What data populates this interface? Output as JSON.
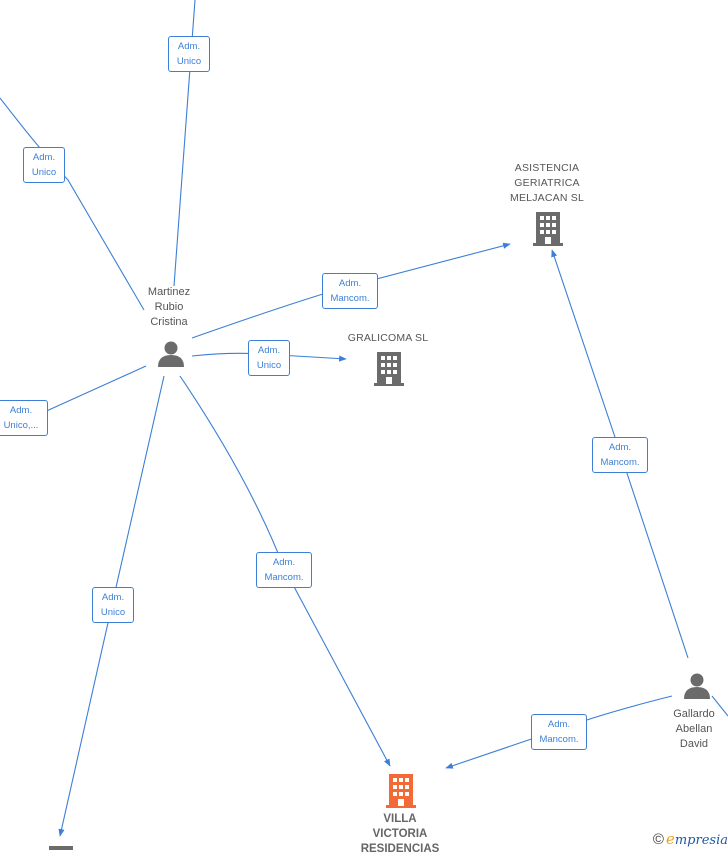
{
  "colors": {
    "edge": "#3d7fd6",
    "node_text": "#555555",
    "company_icon": "#6b6b6b",
    "person_icon": "#6b6b6b",
    "main_company_icon": "#f26a35"
  },
  "nodes": {
    "martinez": {
      "lines": [
        "Martinez",
        "Rubio",
        "Cristina"
      ],
      "icon": "person-icon"
    },
    "gallardo": {
      "lines": [
        "Gallardo",
        "Abellan",
        "David"
      ],
      "icon": "person-icon"
    },
    "asistencia": {
      "lines": [
        "ASISTENCIA",
        "GERIATRICA",
        "MELJACAN  SL"
      ],
      "icon": "building-icon"
    },
    "gralicoma": {
      "lines": [
        "GRALICOMA  SL"
      ],
      "icon": "building-icon"
    },
    "villa": {
      "lines": [
        "VILLA",
        "VICTORIA",
        "RESIDENCIAS"
      ],
      "icon": "building-icon"
    }
  },
  "edges": [
    {
      "id": "e1",
      "lines": [
        "Adm.",
        "Unico"
      ]
    },
    {
      "id": "e2",
      "lines": [
        "Adm.",
        "Unico"
      ]
    },
    {
      "id": "e3",
      "lines": [
        "Adm.",
        "Mancom."
      ]
    },
    {
      "id": "e4",
      "lines": [
        "Adm.",
        "Unico"
      ]
    },
    {
      "id": "e5",
      "lines": [
        "Adm.",
        "Unico,..."
      ]
    },
    {
      "id": "e6",
      "lines": [
        "Adm.",
        "Unico"
      ]
    },
    {
      "id": "e7",
      "lines": [
        "Adm.",
        "Mancom."
      ]
    },
    {
      "id": "e8",
      "lines": [
        "Adm.",
        "Mancom."
      ]
    },
    {
      "id": "e9",
      "lines": [
        "Adm.",
        "Mancom."
      ]
    }
  ],
  "watermark": {
    "copyright": "©",
    "brand_initial": "e",
    "brand_rest": "mpresia"
  }
}
